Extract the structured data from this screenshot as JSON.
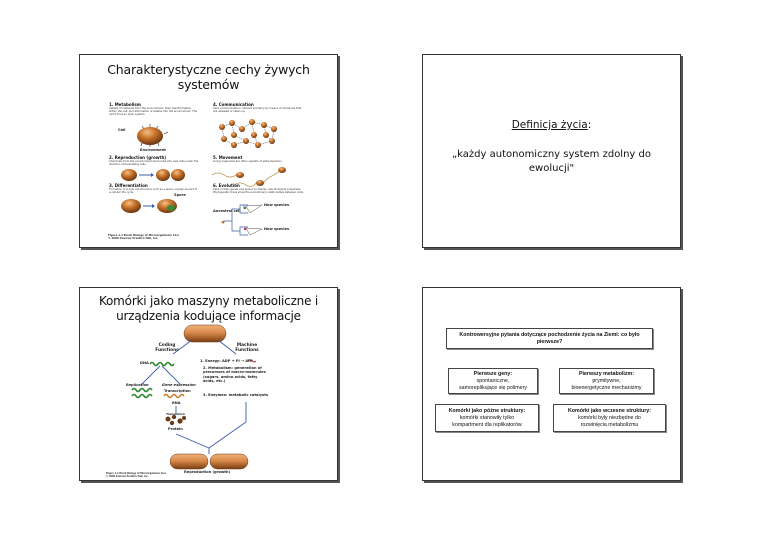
{
  "slides": [
    {
      "title": "Charakterystyczne cechy żywych systemów",
      "figure": {
        "steps": [
          {
            "title": "1. Metabolism",
            "desc": "Uptake of nutrients from the environment, their transformation within the cell, and elimination of wastes into the environment. The cell is thus an open system.",
            "labels": [
              "Cell",
              "Environment"
            ]
          },
          {
            "title": "2. Reproduction (growth)",
            "desc": "Chemicals from the environment are turned into new cells under the direction of preexisting cells.",
            "labels": []
          },
          {
            "title": "3. Differentiation",
            "desc": "Formation of a new cell structure such as a spore, usually as part of a cellular life cycle.",
            "labels": [
              "Spore"
            ]
          },
          {
            "title": "4. Communication",
            "desc": "Cells communicate or interact primarily by means of chemicals that are released or taken up.",
            "labels": []
          },
          {
            "title": "5. Movement",
            "desc": "Living organisms are often capable of self-propulsion.",
            "labels": []
          },
          {
            "title": "6. Evolution",
            "desc": "Cells contain genes and evolve to display new biological properties. Phylogenetic trees show the evolutionary relationships between cells.",
            "labels": [
              "Ancestral cell",
              "New species",
              "New species"
            ]
          }
        ],
        "caption": [
          "Figure 1.1 Brock Biology of Microorganisms 11/e",
          "© 2006 Pearson Prentice Hall, Inc."
        ]
      }
    },
    {
      "heading": "Definicja życia",
      "heading_suffix": ":",
      "body": "„każdy autonomiczny system zdolny do ewolucji\""
    },
    {
      "title": "Komórki jako maszyny metaboliczne i urządzenia kodujące informacje",
      "figure": {
        "coding_header": "Coding Functions",
        "machine_header": "Machine Functions",
        "dna": "DNA",
        "replication": "Replication",
        "gene_expression": "Gene expression",
        "transcription": "Transcription",
        "rna": "RNA",
        "translation": "Translation",
        "protein": "Protein",
        "machine_items": [
          "1. Energy: ADP + Pi → ATP",
          "2. Metabolism: generation of precursors of macro-molecules (sugars, amino acids, fatty acids, etc.)",
          "3. Enzymes: metabolic catalysts"
        ],
        "reproduction": "Reproduction (growth)",
        "caption": [
          "Figure 1.4 Brock Biology of Microorganisms 11/e",
          "© 2006 Pearson Prentice Hall, Inc."
        ]
      }
    },
    {
      "question": "Kontrowersyjne pytania dotyczące pochodzenie życia na Ziemi: co było pierwsze?",
      "options": [
        {
          "title": "Pierwsze geny:",
          "lines": [
            "spontaniczne,",
            "samoreplikujące się polimery"
          ]
        },
        {
          "title": "Pierwszy metabolizm:",
          "lines": [
            "prymitywne,",
            "bioenergetyczne mechanizmy"
          ]
        },
        {
          "title": "Komórki jako późne struktury:",
          "lines": [
            "komórki stanowiły tylko",
            "kompartment dla replikatorów"
          ]
        },
        {
          "title": "Komórki jako wczesne struktury:",
          "lines": [
            "komórki były niezbędne do",
            "rozwinięcia metabolizmu"
          ]
        }
      ]
    }
  ],
  "colors": {
    "cell_brown": "#b0641e",
    "cell_highlight": "#e9a55c",
    "dna_green": "#2f8a2f",
    "rna_orange": "#c77a22",
    "atp_red": "#c0283a",
    "line_blue": "#3b5da8"
  }
}
